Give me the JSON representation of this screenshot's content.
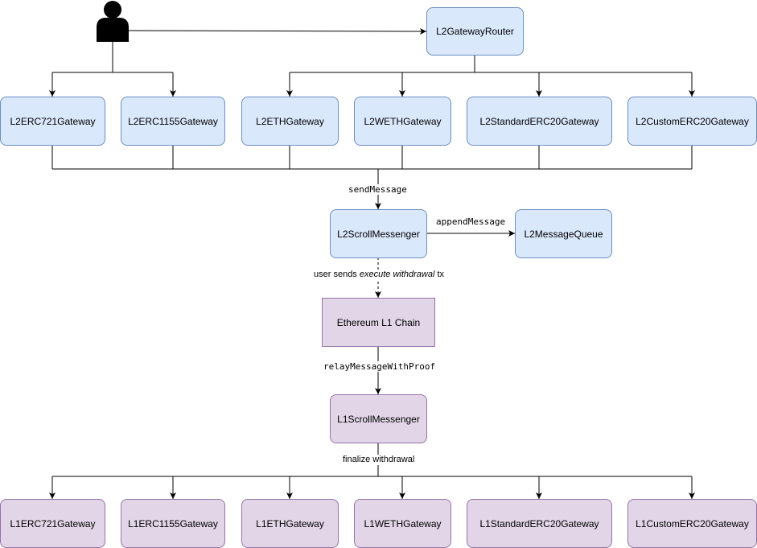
{
  "nodes": {
    "l2_gateway_router": "L2GatewayRouter",
    "l2_gateways": [
      "L2ERC721Gateway",
      "L2ERC1155Gateway",
      "L2ETHGateway",
      "L2WETHGateway",
      "L2StandardERC20Gateway",
      "L2CustomERC20Gateway"
    ],
    "l2_scroll_messenger": "L2ScrollMessenger",
    "l2_message_queue": "L2MessageQueue",
    "ethereum_l1_chain": "Ethereum L1 Chain",
    "l1_scroll_messenger": "L1ScrollMessenger",
    "l1_gateways": [
      "L1ERC721Gateway",
      "L1ERC1155Gateway",
      "L1ETHGateway",
      "L1WETHGateway",
      "L1StandardERC20Gateway",
      "L1CustomERC20Gateway"
    ]
  },
  "edges": {
    "send_message": "sendMessage",
    "append_message": "appendMessage",
    "user_sends_prefix": "user sends ",
    "user_sends_em": "execute withdrawal",
    "user_sends_suffix": " tx",
    "relay_message": "relayMessageWithProof",
    "finalize_withdrawal": "finalize withdrawal"
  },
  "colors": {
    "l2_fill": "#dae8fc",
    "l2_stroke": "#6c8ebf",
    "l1_fill": "#e1d5e7",
    "l1_stroke": "#9673a6"
  },
  "icons": {
    "actor": "user-icon"
  }
}
